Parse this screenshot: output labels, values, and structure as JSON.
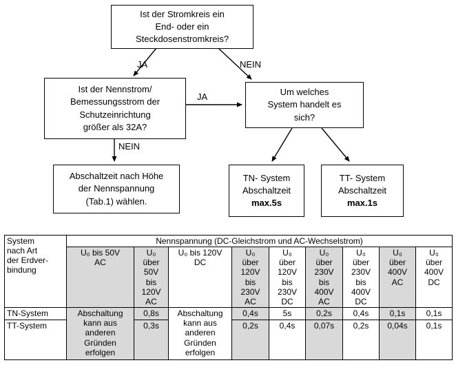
{
  "flowchart": {
    "box_circuit_type": "Ist der Stromkreis ein\nEnd- oder ein\nSteckdosenstromkreis?",
    "ja_top": "JA",
    "nein_top": "NEIN",
    "box_nennstrom": "Ist der Nennstrom/\nBemessungsstrom der\nSchutzeinrichtung\ngrößer als 32A?",
    "ja_mid": "JA",
    "nein_mid": "NEIN",
    "box_system": "Um welches\nSystem handelt es\nsich?",
    "box_abschaltzeit": "Abschaltzeit nach Höhe\nder Nennspannung\n(Tab.1) wählen.",
    "box_tn_lines": "TN- System\nAbschaltzeit",
    "box_tn_bold": "max.5s",
    "box_tt_lines": "TT- System\nAbschaltzeit",
    "box_tt_bold": "max.1s"
  },
  "table": {
    "row_header": "System\nnach Art\nder Erdver-\nbindung",
    "span_header": "Nennspannung (DC-Gleichstrom und AC-Wechselstrom)",
    "col_headers": [
      "U₀ bis 50V\nAC",
      "U₀\nüber\n50V\nbis\n120V\nAC",
      "U₀ bis 120V\nDC",
      "U₀\nüber\n120V\nbis\n230V\nAC",
      "U₀\nüber\n120V\nbis\n230V\nDC",
      "U₀\nüber\n230V\nbis\n400V\nAC",
      "U₀\nüber\n230V\nbis\n400V\nDC",
      "U₀\nüber\n400V\nAC",
      "U₀\nüber\n400V\nDC"
    ],
    "note": "Abschaltung\nkann aus\nanderen\nGründen\nerfolgen",
    "rows": [
      {
        "label": "TN-System",
        "values": [
          "0,8s",
          "0,4s",
          "5s",
          "0,2s",
          "0,4s",
          "0,1s",
          "0,1s"
        ]
      },
      {
        "label": "TT-System",
        "values": [
          "0,3s",
          "0,2s",
          "0,4s",
          "0,07s",
          "0,2s",
          "0,04s",
          "0,1s"
        ]
      }
    ]
  },
  "colors": {
    "shade": "#d9d9d9",
    "line": "#000000"
  }
}
